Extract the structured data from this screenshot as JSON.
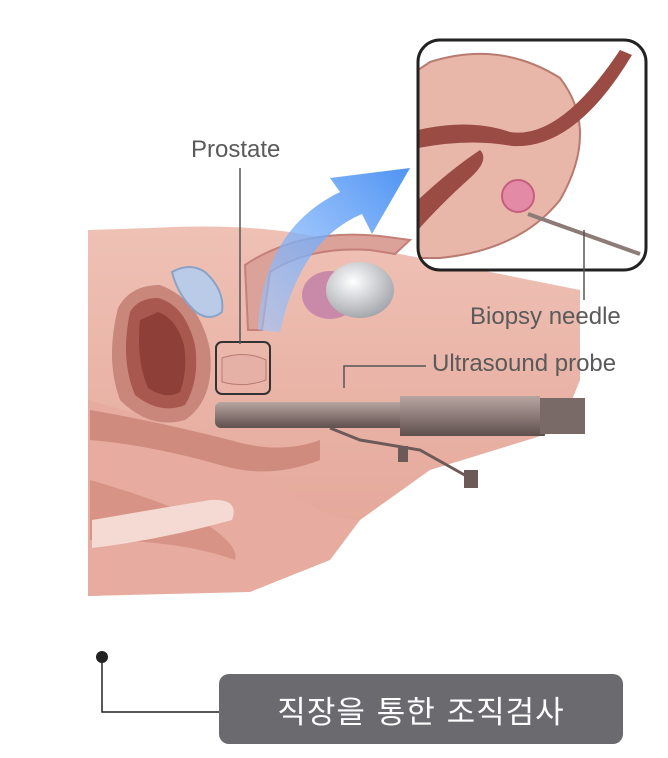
{
  "labels": {
    "prostate": "Prostate",
    "biopsy_needle": "Biopsy needle",
    "ultrasound_probe": "Ultrasound probe"
  },
  "caption": {
    "text": "직장을 통한 조직검사"
  },
  "colors": {
    "tissue": "#e9b1a4",
    "tissue_dark": "#c9867b",
    "arrow": "#6aa7f5",
    "probe": "#8d7b78",
    "caption_bg": "#6b6b6f",
    "leader_line": "#555555"
  }
}
